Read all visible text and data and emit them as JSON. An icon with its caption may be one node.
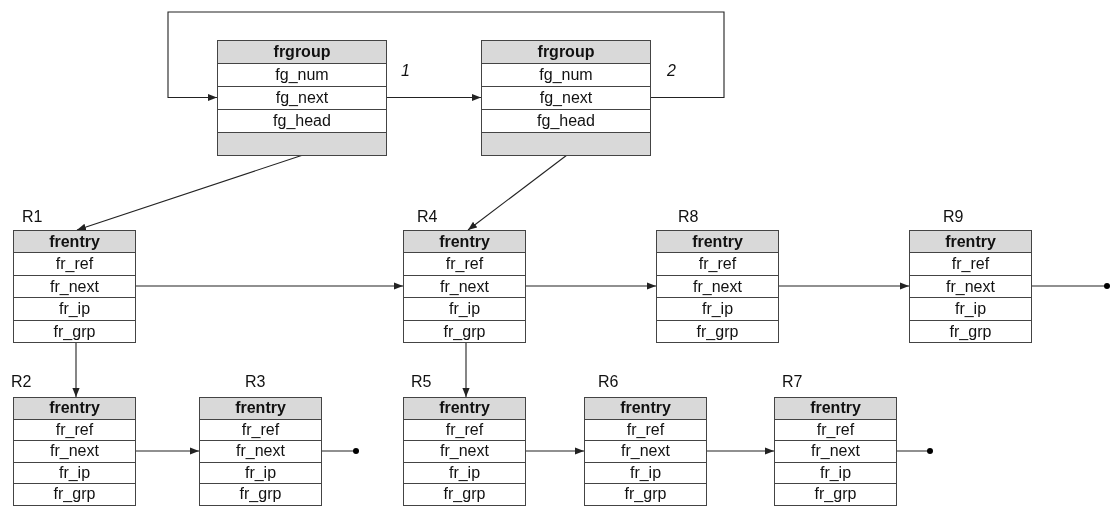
{
  "diagram": {
    "nodes": [
      {
        "text": [
          "frgroup",
          "fg_num",
          "fg_next",
          "fg_head"
        ],
        "beside": [
          "1"
        ]
      },
      {
        "text": [
          "frgroup",
          "fg_num",
          "fg_next",
          "fg_head"
        ],
        "beside": [
          "2"
        ]
      },
      {
        "text": [
          "frentry",
          "fr_ref",
          "fr_next",
          "fr_ip",
          "fr_grp"
        ],
        "beside": [
          "R1"
        ]
      },
      {
        "text": [
          "frentry",
          "fr_ref",
          "fr_next",
          "fr_ip",
          "fr_grp"
        ],
        "beside": [
          "R4"
        ]
      },
      {
        "text": [
          "frentry",
          "fr_ref",
          "fr_next",
          "fr_ip",
          "fr_grp"
        ],
        "beside": [
          "R8"
        ]
      },
      {
        "text": [
          "frentry",
          "fr_ref",
          "fr_next",
          "fr_ip",
          "fr_grp"
        ],
        "beside": [
          "R9"
        ]
      },
      {
        "text": [
          "frentry",
          "fr_ref",
          "fr_next",
          "fr_ip",
          "fr_grp"
        ],
        "beside": [
          "R2"
        ]
      },
      {
        "text": [
          "frentry",
          "fr_ref",
          "fr_next",
          "fr_ip",
          "fr_grp"
        ],
        "beside": [
          "R3"
        ]
      },
      {
        "text": [
          "frentry",
          "fr_ref",
          "fr_next",
          "fr_ip",
          "fr_grp"
        ],
        "beside": [
          "R5"
        ]
      },
      {
        "text": [
          "frentry",
          "fr_ref",
          "fr_next",
          "fr_ip",
          "fr_grp"
        ],
        "beside": [
          "R6"
        ]
      },
      {
        "text": [
          "frentry",
          "fr_ref",
          "fr_next",
          "fr_ip",
          "fr_grp"
        ],
        "beside": [
          "R7"
        ]
      }
    ],
    "edges": [
      {
        "from": 0,
        "to": 1,
        "arrow": "to"
      },
      {
        "from": 1,
        "to": 0,
        "arrow": "to"
      },
      {
        "from": 0,
        "to": 2,
        "arrow": "to"
      },
      {
        "from": 1,
        "to": 3,
        "arrow": "to"
      },
      {
        "from": 2,
        "to": 3,
        "arrow": "to"
      },
      {
        "from": 3,
        "to": 4,
        "arrow": "to"
      },
      {
        "from": 4,
        "to": 5,
        "arrow": "to"
      },
      {
        "from": 5,
        "to": null,
        "arrow": "other"
      },
      {
        "from": 2,
        "to": 6,
        "arrow": "to"
      },
      {
        "from": 6,
        "to": 7,
        "arrow": "to"
      },
      {
        "from": 7,
        "to": null,
        "arrow": "other"
      },
      {
        "from": 3,
        "to": 8,
        "arrow": "to"
      },
      {
        "from": 8,
        "to": 9,
        "arrow": "to"
      },
      {
        "from": 9,
        "to": 10,
        "arrow": "to"
      },
      {
        "from": 10,
        "to": null,
        "arrow": "other"
      }
    ]
  }
}
